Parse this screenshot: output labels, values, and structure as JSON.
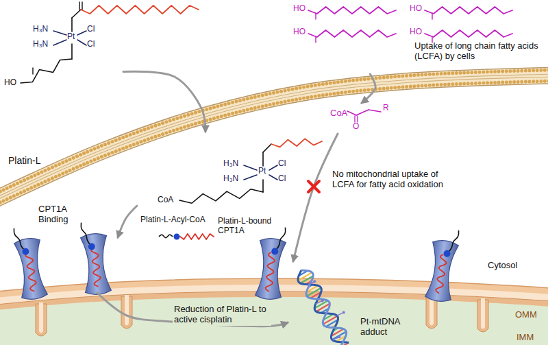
{
  "diagram": {
    "nodes": [
      {
        "text": [
          "Platin-L"
        ]
      },
      {
        "text": [
          "Uptake of long chain fatty acids (LCFA) by cells"
        ]
      },
      {
        "text": [
          "Platin-L-Acyl-CoA"
        ]
      },
      {
        "text": [
          "CoA"
        ]
      },
      {
        "text": [
          "CPT1A Binding"
        ]
      },
      {
        "text": [
          "Platin-L-bound CPT1A"
        ]
      },
      {
        "text": [
          "Pt-mtDNA adduct"
        ]
      }
    ],
    "edges": [
      {
        "from": 0,
        "to": 2,
        "arrow": "to"
      },
      {
        "from": 1,
        "to": 3,
        "arrow": "to"
      },
      {
        "from": 2,
        "to": 4,
        "arrow": "to"
      },
      {
        "from": 3,
        "to": 5,
        "arrow": "to",
        "label": "No mitochondrial uptake of LCFA for fatty acid oxidation"
      },
      {
        "from": 4,
        "to": 6,
        "arrow": "to",
        "label": "Reduction of Platin-L to active cisplatin"
      }
    ],
    "labels": [
      "H₃N",
      "H₃N",
      "Pt",
      "Cl",
      "Cl",
      "HO",
      "HO",
      "HO",
      "HO",
      "HO",
      "H₃N",
      "H₃N",
      "Pt",
      "Cl",
      "Cl",
      "CoA",
      "O",
      "R",
      "Cytosol",
      "OMM",
      "IMM"
    ]
  }
}
